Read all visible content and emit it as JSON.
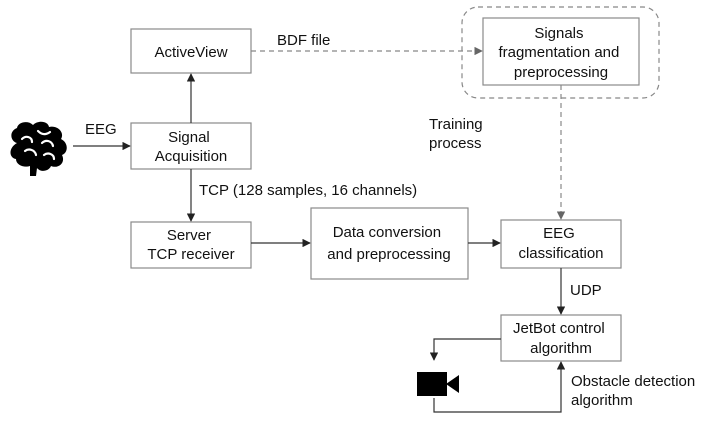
{
  "nodes": {
    "activeview": [
      "ActiveView"
    ],
    "signal_acquisition": [
      "Signal",
      "Acquisition"
    ],
    "server": [
      "Server",
      "TCP receiver"
    ],
    "data_conversion": [
      "Data conversion",
      "and preprocessing"
    ],
    "signals_fragmentation": [
      "Signals",
      "fragmentation and",
      "preprocessing"
    ],
    "eeg_classification": [
      "EEG",
      "classification"
    ],
    "jetbot_control": [
      "JetBot control",
      "algorithm"
    ]
  },
  "edge_labels": {
    "eeg": [
      "EEG"
    ],
    "bdf_file": [
      "BDF file"
    ],
    "tcp": [
      "TCP (128 samples, 16 channels)"
    ],
    "training_process": [
      "Training",
      "process"
    ],
    "udp": [
      "UDP"
    ],
    "obstacle_detection": [
      "Obstacle detection",
      "algorithm"
    ]
  },
  "icons": {
    "brain": "brain-icon",
    "camera": "video-camera-icon"
  },
  "colors": {
    "box_stroke": "#8a8a8a",
    "arrow": "#333333",
    "dashed": "#888888",
    "icon_fill": "#000000"
  }
}
